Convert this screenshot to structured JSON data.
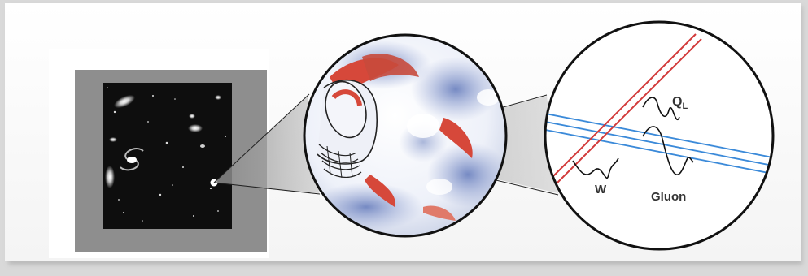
{
  "labels": {
    "ql": "Q",
    "ql_sub": "L",
    "w": "W",
    "gluon": "Gluon"
  },
  "colors": {
    "quark_line": "#d23a3a",
    "gluon_line": "#3b8ad9",
    "surface_red": "#d6483a",
    "surface_blue": "#7f93c6"
  }
}
